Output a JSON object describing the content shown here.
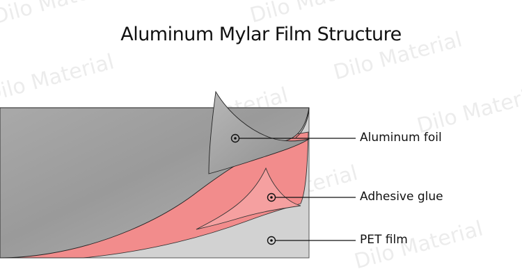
{
  "title": "Aluminum Mylar Film Structure",
  "watermark": "Dilo Material",
  "layers": [
    {
      "label": "Aluminum foil",
      "color": "#9b9b9b"
    },
    {
      "label": "Adhesive glue",
      "color": "#f28c8c"
    },
    {
      "label": "PET film",
      "color": "#d2d2d2"
    }
  ]
}
